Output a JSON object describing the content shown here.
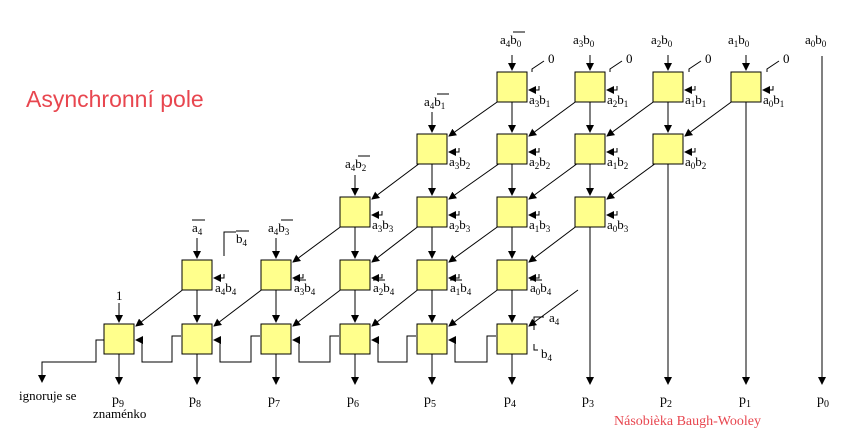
{
  "title": "Asynchronní pole",
  "caption": "Násobièka Baugh-Wooley",
  "colors": {
    "cell_fill": "#ffff8c",
    "cell_stroke": "#000000",
    "accent": "#e8464f"
  },
  "top_inputs": [
    {
      "a": "4",
      "b": "0",
      "bBar": true,
      "aBar": false
    },
    {
      "a": "3",
      "b": "0",
      "bBar": false,
      "aBar": false
    },
    {
      "a": "2",
      "b": "0",
      "bBar": false,
      "aBar": false
    },
    {
      "a": "1",
      "b": "0",
      "bBar": false,
      "aBar": false
    },
    {
      "a": "0",
      "b": "0",
      "bBar": false,
      "aBar": false
    }
  ],
  "zero_label": "0",
  "one_label": "1",
  "neg_labels": [
    {
      "letter": "a",
      "sub": "4"
    },
    {
      "letter": "b",
      "sub": "4"
    }
  ],
  "bottom_right_labels": [
    {
      "letter": "a",
      "sub": "4"
    },
    {
      "letter": "b",
      "sub": "4"
    }
  ],
  "row1_left": {
    "a": "4",
    "b": "1",
    "bBar": true
  },
  "row2_left": {
    "a": "4",
    "b": "2",
    "bBar": true
  },
  "row3_left": {
    "a": "4",
    "b": "3",
    "bBar": true
  },
  "cell_labels": {
    "row0": [
      {
        "a": "3",
        "b": "1"
      },
      {
        "a": "2",
        "b": "1"
      },
      {
        "a": "1",
        "b": "1"
      },
      {
        "a": "0",
        "b": "1"
      }
    ],
    "row1": [
      {
        "a": "3",
        "b": "2"
      },
      {
        "a": "2",
        "b": "2"
      },
      {
        "a": "1",
        "b": "2"
      },
      {
        "a": "0",
        "b": "2"
      }
    ],
    "row2": [
      {
        "a": "3",
        "b": "3"
      },
      {
        "a": "2",
        "b": "3"
      },
      {
        "a": "1",
        "b": "3"
      },
      {
        "a": "0",
        "b": "3"
      }
    ],
    "row3": [
      {
        "a": "4",
        "b": "4",
        "aBar": false
      },
      {
        "a": "3",
        "b": "4",
        "aBar": true
      },
      {
        "a": "2",
        "b": "4",
        "aBar": true
      },
      {
        "a": "1",
        "b": "4",
        "aBar": true
      },
      {
        "a": "0",
        "b": "4",
        "aBar": true
      }
    ]
  },
  "outputs": [
    {
      "sub": "9"
    },
    {
      "sub": "8"
    },
    {
      "sub": "7"
    },
    {
      "sub": "6"
    },
    {
      "sub": "5"
    },
    {
      "sub": "4"
    },
    {
      "sub": "3"
    },
    {
      "sub": "2"
    },
    {
      "sub": "1"
    },
    {
      "sub": "0"
    }
  ],
  "output_letter": "p",
  "ignore_label_1": "ignoruje se",
  "ignore_label_2": "znaménko"
}
